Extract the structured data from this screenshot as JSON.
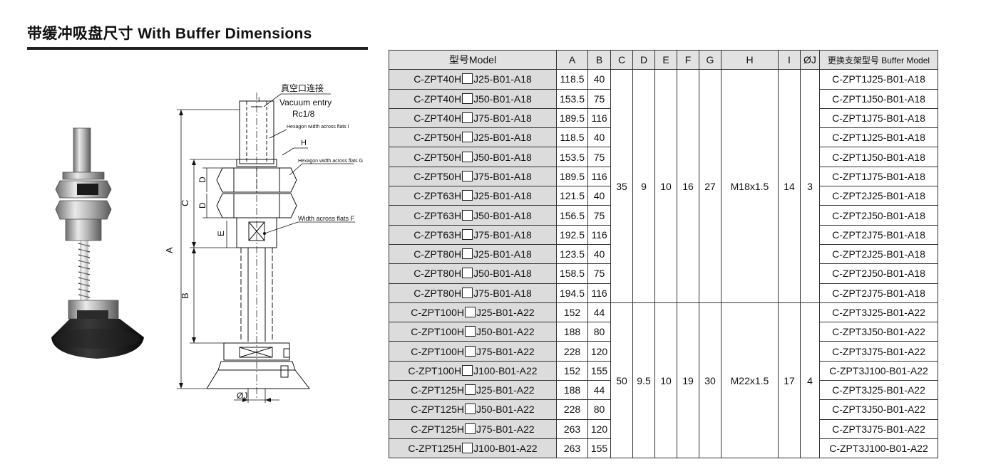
{
  "title": "带缓冲吸盘尺寸 With Buffer Dimensions",
  "drawing": {
    "vacuum_cn": "真空口连接",
    "vacuum_en": "Vacuum entry",
    "vacuum_thread": "Rc1/8",
    "hex_i": "Hexagon width across flats I",
    "h": "H",
    "hex_g": "Hexagon width across flats G",
    "flats_f": "Width across flats F",
    "dim_i": "I",
    "dim_a": "A",
    "dim_b": "B",
    "dim_c": "C",
    "dim_d1": "D",
    "dim_d2": "D",
    "dim_e": "E",
    "dim_j": "ØJ"
  },
  "table": {
    "headers": [
      "型号Model",
      "A",
      "B",
      "C",
      "D",
      "E",
      "F",
      "G",
      "H",
      "I",
      "ØJ",
      "更换支架型号 Buffer Model"
    ],
    "groups": [
      {
        "shared": {
          "C": "35",
          "D": "9",
          "E": "10",
          "F": "16",
          "G": "27",
          "H": "M18x1.5",
          "I": "14",
          "J": "3"
        },
        "rows": [
          {
            "model_pre": "C-ZPT40H",
            "model_post": "J25-B01-A18",
            "A": "118.5",
            "B": "40",
            "buffer": "C-ZPT1J25-B01-A18"
          },
          {
            "model_pre": "C-ZPT40H",
            "model_post": "J50-B01-A18",
            "A": "153.5",
            "B": "75",
            "buffer": "C-ZPT1J50-B01-A18"
          },
          {
            "model_pre": "C-ZPT40H",
            "model_post": "J75-B01-A18",
            "A": "189.5",
            "B": "116",
            "buffer": "C-ZPT1J75-B01-A18"
          },
          {
            "model_pre": "C-ZPT50H",
            "model_post": "J25-B01-A18",
            "A": "118.5",
            "B": "40",
            "buffer": "C-ZPT1J25-B01-A18"
          },
          {
            "model_pre": "C-ZPT50H",
            "model_post": "J50-B01-A18",
            "A": "153.5",
            "B": "75",
            "buffer": "C-ZPT1J50-B01-A18"
          },
          {
            "model_pre": "C-ZPT50H",
            "model_post": "J75-B01-A18",
            "A": "189.5",
            "B": "116",
            "buffer": "C-ZPT1J75-B01-A18"
          },
          {
            "model_pre": "C-ZPT63H",
            "model_post": "J25-B01-A18",
            "A": "121.5",
            "B": "40",
            "buffer": "C-ZPT2J25-B01-A18"
          },
          {
            "model_pre": "C-ZPT63H",
            "model_post": "J50-B01-A18",
            "A": "156.5",
            "B": "75",
            "buffer": "C-ZPT2J50-B01-A18"
          },
          {
            "model_pre": "C-ZPT63H",
            "model_post": "J75-B01-A18",
            "A": "192.5",
            "B": "116",
            "buffer": "C-ZPT2J75-B01-A18"
          },
          {
            "model_pre": "C-ZPT80H",
            "model_post": "J25-B01-A18",
            "A": "123.5",
            "B": "40",
            "buffer": "C-ZPT2J25-B01-A18"
          },
          {
            "model_pre": "C-ZPT80H",
            "model_post": "J50-B01-A18",
            "A": "158.5",
            "B": "75",
            "buffer": "C-ZPT2J50-B01-A18"
          },
          {
            "model_pre": "C-ZPT80H",
            "model_post": "J75-B01-A18",
            "A": "194.5",
            "B": "116",
            "buffer": "C-ZPT2J75-B01-A18"
          }
        ]
      },
      {
        "shared": {
          "C": "50",
          "D": "9.5",
          "E": "10",
          "F": "19",
          "G": "30",
          "H": "M22x1.5",
          "I": "17",
          "J": "4"
        },
        "rows": [
          {
            "model_pre": "C-ZPT100H",
            "model_post": "J25-B01-A22",
            "A": "152",
            "B": "44",
            "buffer": "C-ZPT3J25-B01-A22"
          },
          {
            "model_pre": "C-ZPT100H",
            "model_post": "J50-B01-A22",
            "A": "188",
            "B": "80",
            "buffer": "C-ZPT3J50-B01-A22"
          },
          {
            "model_pre": "C-ZPT100H",
            "model_post": "J75-B01-A22",
            "A": "228",
            "B": "120",
            "buffer": "C-ZPT3J75-B01-A22"
          },
          {
            "model_pre": "C-ZPT100H",
            "model_post": "J100-B01-A22",
            "A": "152",
            "B": "155",
            "buffer": "C-ZPT3J100-B01-A22"
          },
          {
            "model_pre": "C-ZPT125H",
            "model_post": "J25-B01-A22",
            "A": "188",
            "B": "44",
            "buffer": "C-ZPT3J25-B01-A22"
          },
          {
            "model_pre": "C-ZPT125H",
            "model_post": "J50-B01-A22",
            "A": "228",
            "B": "80",
            "buffer": "C-ZPT3J50-B01-A22"
          },
          {
            "model_pre": "C-ZPT125H",
            "model_post": "J75-B01-A22",
            "A": "263",
            "B": "120",
            "buffer": "C-ZPT3J75-B01-A22"
          },
          {
            "model_pre": "C-ZPT125H",
            "model_post": "J100-B01-A22",
            "A": "263",
            "B": "155",
            "buffer": "C-ZPT3J100-B01-A22"
          }
        ]
      }
    ]
  }
}
